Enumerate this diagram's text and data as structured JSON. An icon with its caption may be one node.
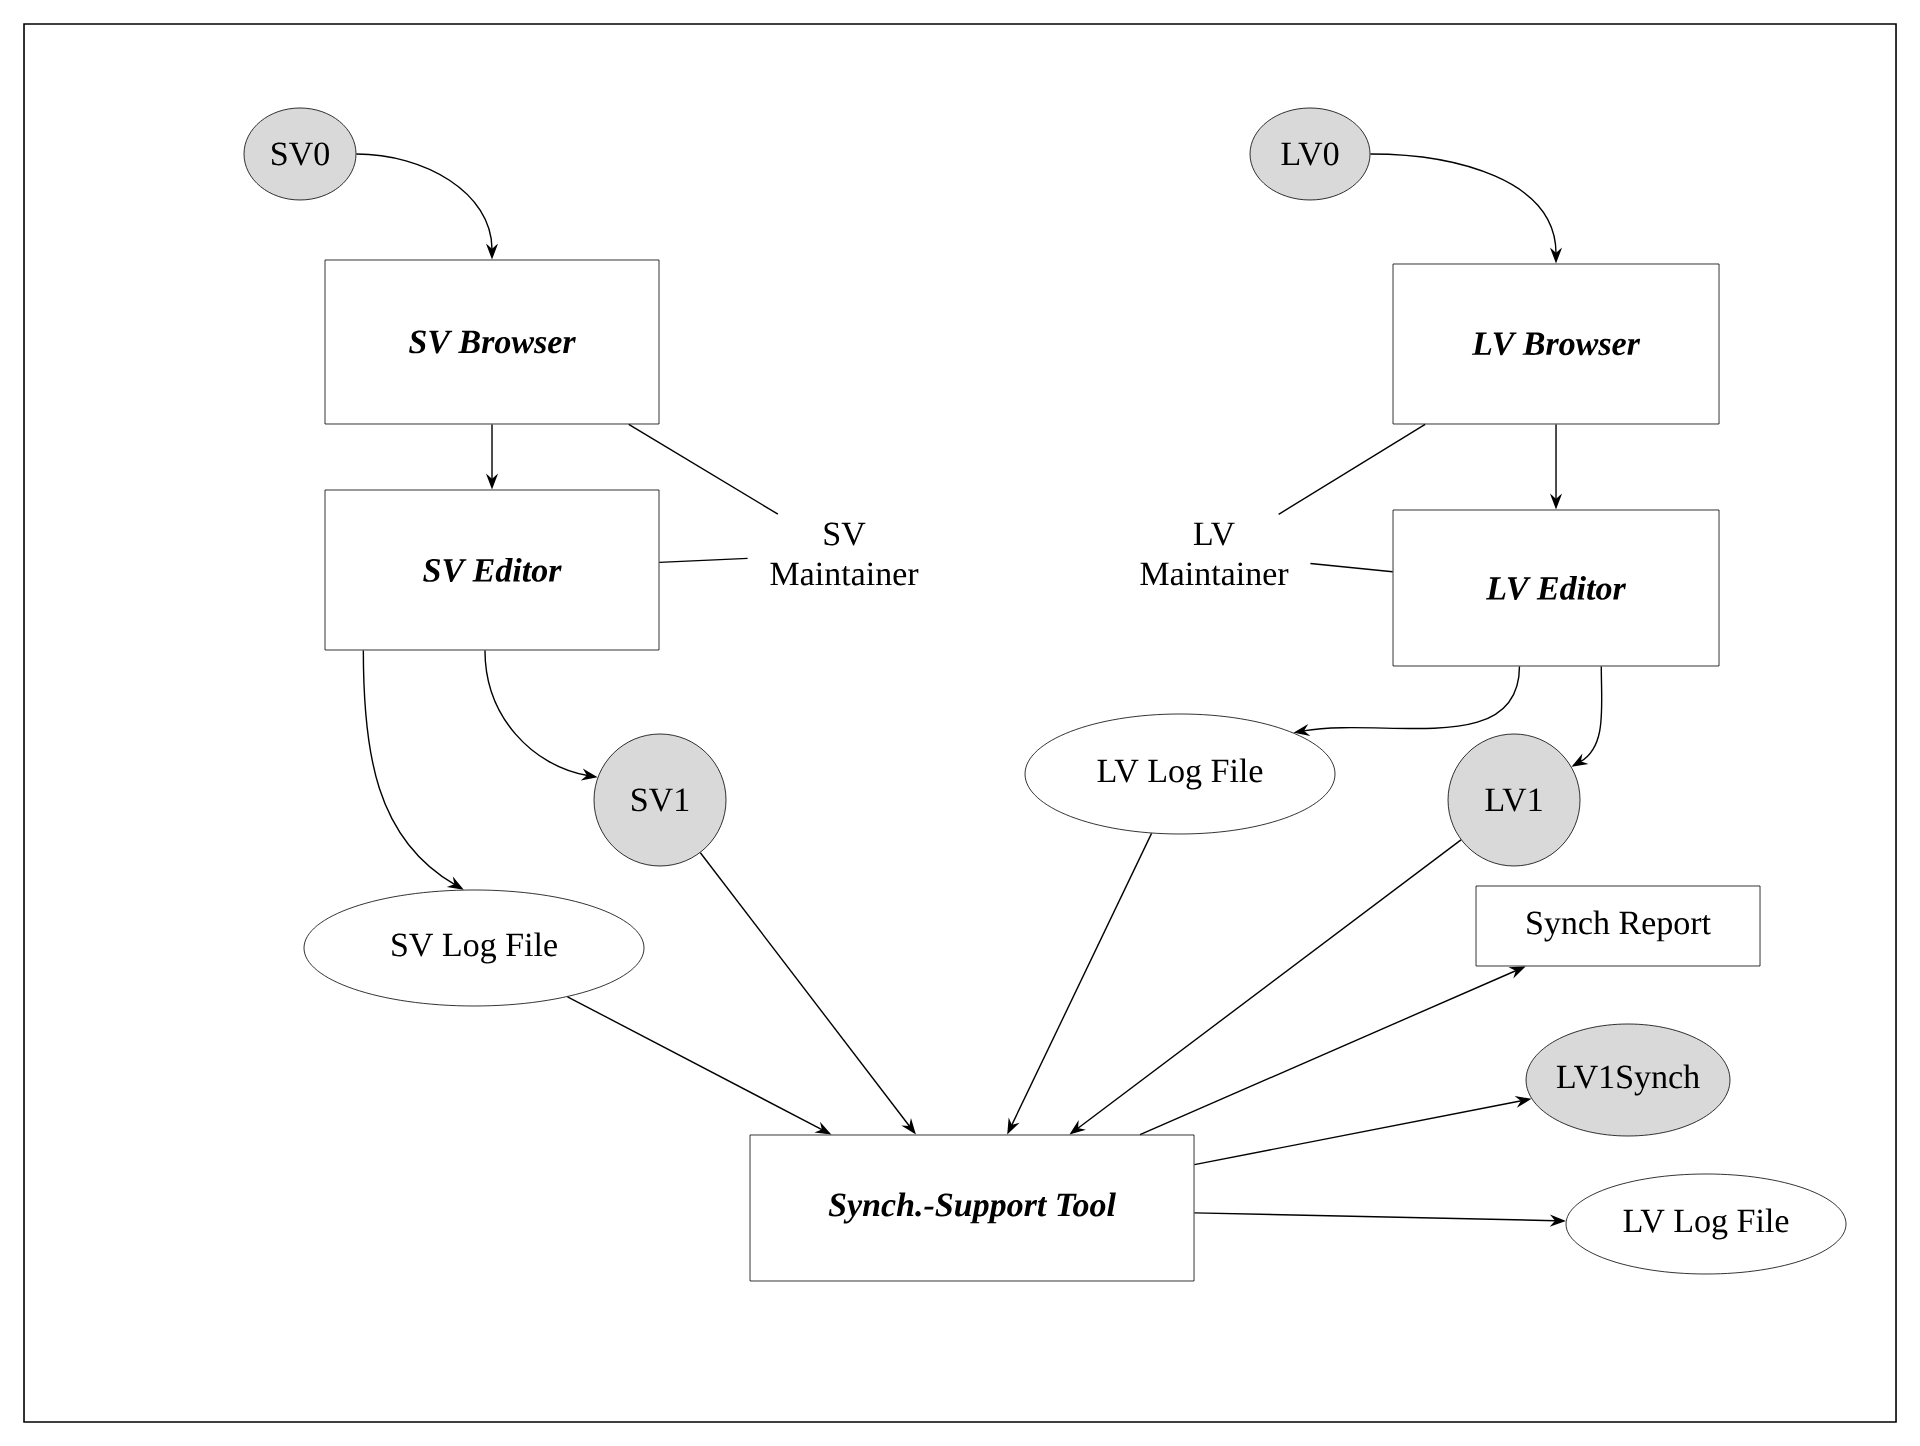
{
  "diagram": {
    "nodes": [
      {
        "text": [
          "SV0"
        ]
      },
      {
        "text": [
          "SV Browser"
        ]
      },
      {
        "text": [
          "SV Editor"
        ]
      },
      {
        "text": [
          "SV Maintainer"
        ]
      },
      {
        "text": [
          "LV0"
        ]
      },
      {
        "text": [
          "LV Browser"
        ]
      },
      {
        "text": [
          "LV Editor"
        ]
      },
      {
        "text": [
          "LV Maintainer"
        ]
      },
      {
        "text": [
          "SV1"
        ]
      },
      {
        "text": [
          "LV Log File"
        ]
      },
      {
        "text": [
          "LV1"
        ]
      },
      {
        "text": [
          "SV Log File"
        ]
      },
      {
        "text": [
          "Synch.-Support Tool"
        ]
      },
      {
        "text": [
          "Synch Report"
        ]
      },
      {
        "text": [
          "LV1Synch"
        ]
      },
      {
        "text": [
          "LV Log File"
        ]
      }
    ],
    "edges": [
      {
        "from": 0,
        "to": 1,
        "arrow": "to"
      },
      {
        "from": 1,
        "to": 2,
        "arrow": "to"
      },
      {
        "from": 4,
        "to": 5,
        "arrow": "to"
      },
      {
        "from": 5,
        "to": 6,
        "arrow": "to"
      },
      {
        "from": 3,
        "to": 1,
        "arrow": "none"
      },
      {
        "from": 3,
        "to": 2,
        "arrow": "none"
      },
      {
        "from": 7,
        "to": 5,
        "arrow": "none"
      },
      {
        "from": 7,
        "to": 6,
        "arrow": "none"
      },
      {
        "from": 2,
        "to": 11,
        "arrow": "to"
      },
      {
        "from": 2,
        "to": 8,
        "arrow": "to"
      },
      {
        "from": 6,
        "to": 9,
        "arrow": "to"
      },
      {
        "from": 6,
        "to": 10,
        "arrow": "to"
      },
      {
        "from": 11,
        "to": 12,
        "arrow": "to"
      },
      {
        "from": 8,
        "to": 12,
        "arrow": "to"
      },
      {
        "from": 9,
        "to": 12,
        "arrow": "to"
      },
      {
        "from": 10,
        "to": 12,
        "arrow": "to"
      },
      {
        "from": 12,
        "to": 13,
        "arrow": "to"
      },
      {
        "from": 12,
        "to": 14,
        "arrow": "to"
      },
      {
        "from": 12,
        "to": 15,
        "arrow": "to"
      }
    ]
  }
}
